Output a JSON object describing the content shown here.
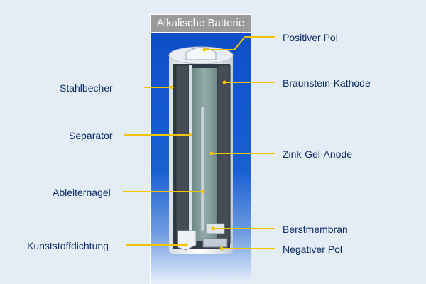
{
  "title": "Alkalische Batterie",
  "colors": {
    "leader_line": "#f5c400",
    "label_text": "#0c2b66",
    "background": "#e4edf6",
    "panel_top": "#0e4fc9",
    "steel": "#3b4650",
    "anode_gel": "#7f9c98"
  },
  "labels": {
    "left": [
      {
        "id": "stahlbecher",
        "text": "Stahlbecher"
      },
      {
        "id": "separator",
        "text": "Separator"
      },
      {
        "id": "ableiternagel",
        "text": "Ableiternagel"
      },
      {
        "id": "kunststoffdichtung",
        "text": "Kunststoffdichtung"
      }
    ],
    "right": [
      {
        "id": "positiver-pol",
        "text": "Positiver Pol"
      },
      {
        "id": "braunstein-kathode",
        "text": "Braunstein-Kathode"
      },
      {
        "id": "zink-gel-anode",
        "text": "Zink-Gel-Anode"
      },
      {
        "id": "berstmembran",
        "text": "Berstmembran"
      },
      {
        "id": "negativer-pol",
        "text": "Negativer Pol"
      }
    ]
  }
}
